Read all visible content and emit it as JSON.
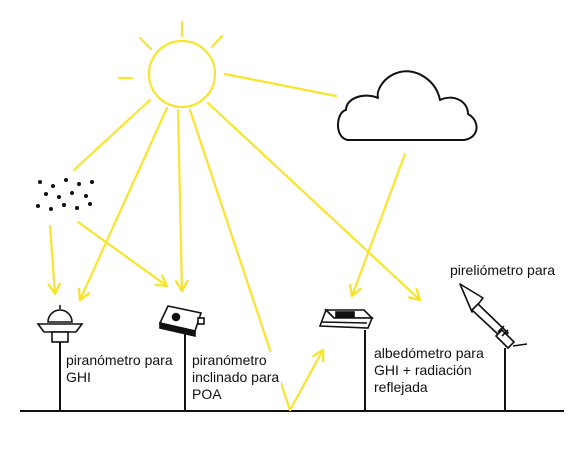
{
  "colors": {
    "ray": "#f7e52b",
    "ink": "#111111",
    "background": "#ffffff"
  },
  "icons": {
    "sun": "sun-icon",
    "cloud": "cloud-icon",
    "aerosols": "aerosol-particles-icon",
    "ghi_sensor": "dome-pyranometer-icon",
    "poa_sensor": "tilted-pyranometer-icon",
    "albedometer": "albedometer-icon",
    "pyrheliometer": "pyrheliometer-icon"
  },
  "labels": {
    "ghi": [
      "piranómetro para",
      "GHI"
    ],
    "poa": [
      "piranómetro",
      "inclinado para",
      "POA"
    ],
    "albedo": [
      "albedómetro para",
      "GHI + radiación",
      "reflejada"
    ],
    "pyrheliometer": [
      "pireliómetro para"
    ]
  }
}
